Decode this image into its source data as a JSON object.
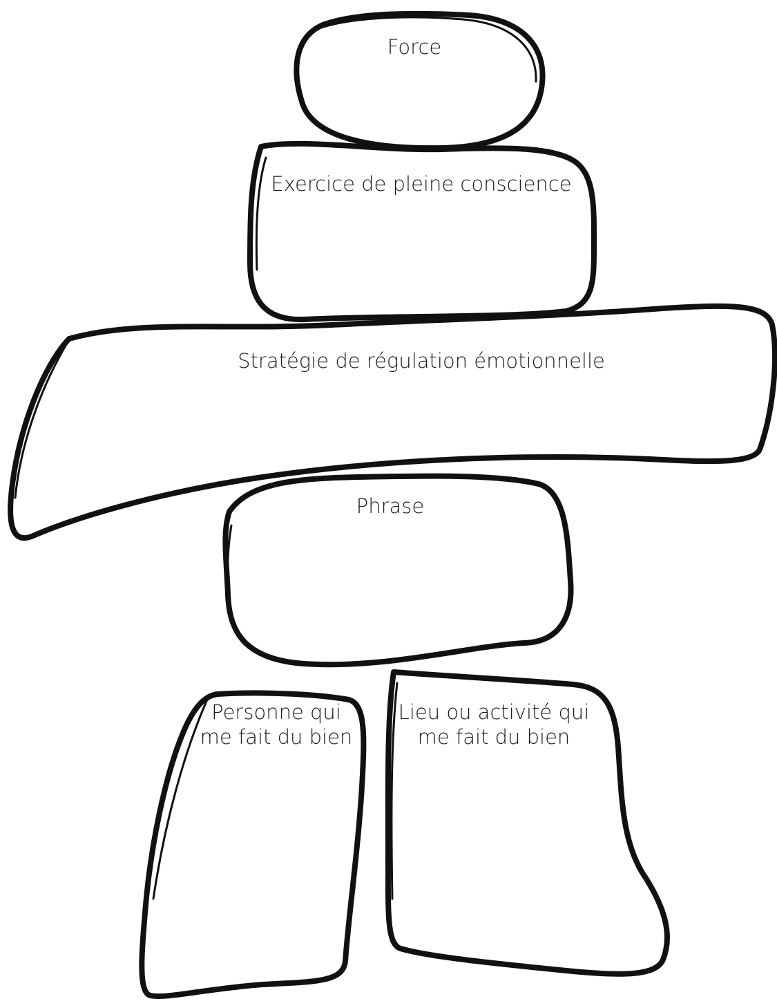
{
  "inukshuk": {
    "stroke_color": "#111111",
    "stones": {
      "head": {
        "label": "Force"
      },
      "neck": {
        "label": "Exercice de pleine conscience"
      },
      "arms": {
        "label": "Stratégie de régulation émotionnelle"
      },
      "body": {
        "label": "Phrase"
      },
      "left_leg": {
        "label_lines": [
          "Personne qui",
          "me fait du bien"
        ]
      },
      "right_leg": {
        "label_lines": [
          "Lieu ou activité qui",
          "me fait du bien"
        ]
      }
    }
  }
}
